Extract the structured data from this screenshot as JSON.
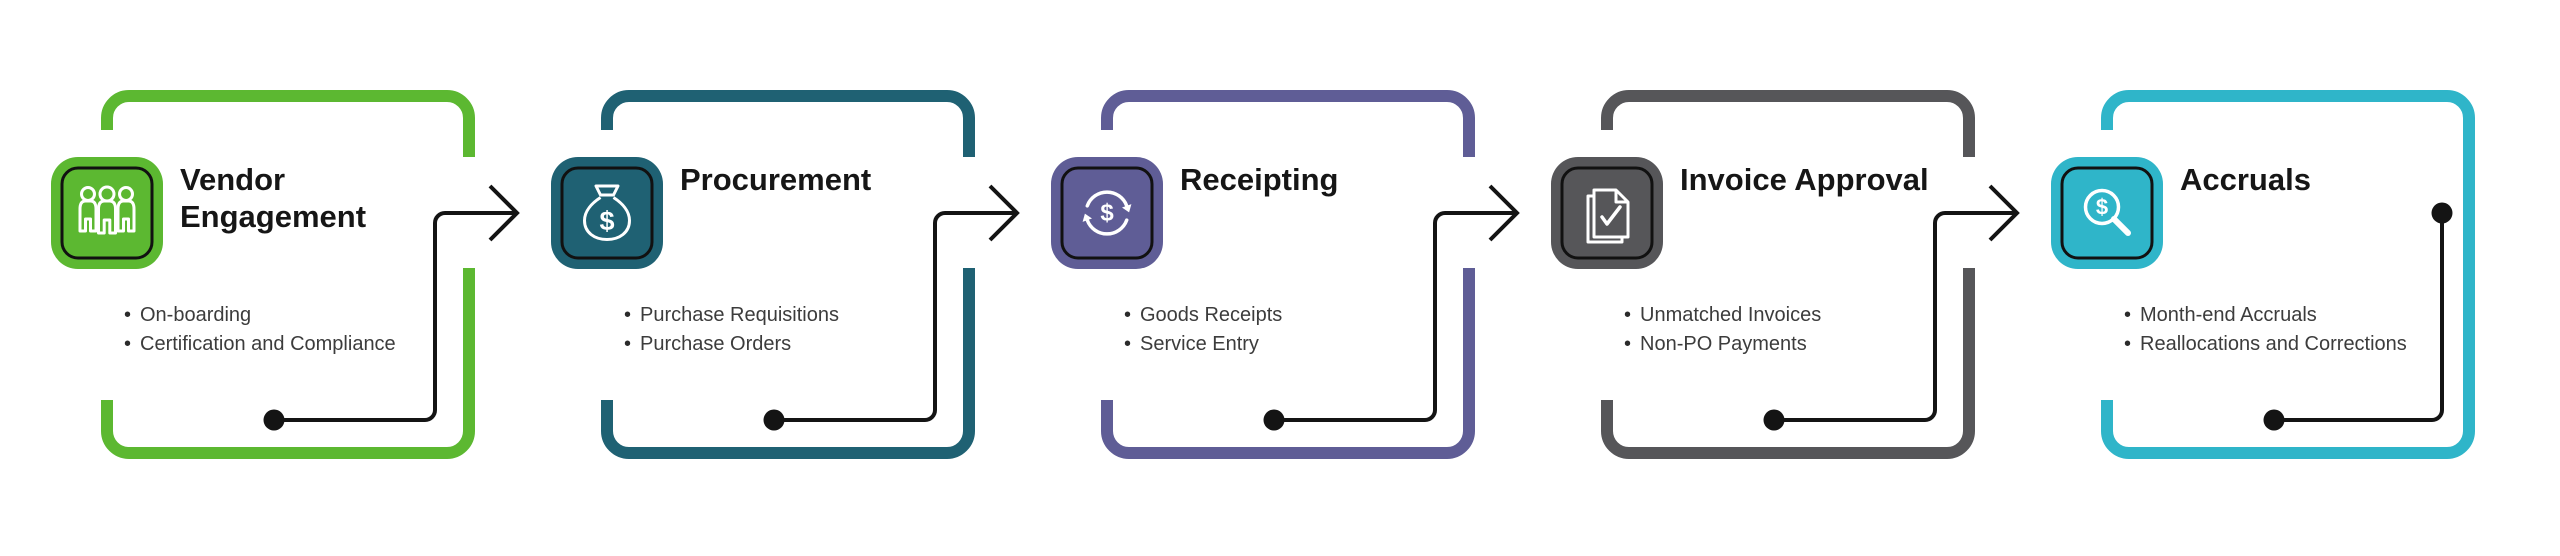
{
  "currency_symbol": "$",
  "connector_color": "#141414",
  "panels": [
    {
      "title": "Vendor\nEngagement",
      "icon": "people-group",
      "color": "#5CB831",
      "bullets": [
        "On-boarding",
        "Certification and Compliance"
      ]
    },
    {
      "title": "Procurement",
      "icon": "money-bag",
      "color": "#1F6173",
      "bullets": [
        "Purchase Requisitions",
        "Purchase Orders"
      ]
    },
    {
      "title": "Receipting",
      "icon": "currency-cycle",
      "color": "#5F5D96",
      "bullets": [
        "Goods Receipts",
        "Service Entry"
      ]
    },
    {
      "title": "Invoice Approval",
      "icon": "document-check",
      "color": "#565659",
      "bullets": [
        "Unmatched Invoices",
        "Non-PO Payments"
      ]
    },
    {
      "title": "Accruals",
      "icon": "magnifier-currency",
      "color": "#2FB5C9",
      "bullets": [
        "Month-end Accruals",
        "Reallocations and Corrections"
      ]
    }
  ]
}
